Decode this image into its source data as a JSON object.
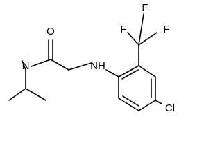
{
  "molecule": {
    "atoms": {
      "oxygen": "O",
      "amide_nitrogen": "N",
      "amine_nh": "NH",
      "chlorine": "Cl",
      "fluorine_top_left": "F",
      "fluorine_top_right": "F",
      "fluorine_right": "F"
    }
  }
}
